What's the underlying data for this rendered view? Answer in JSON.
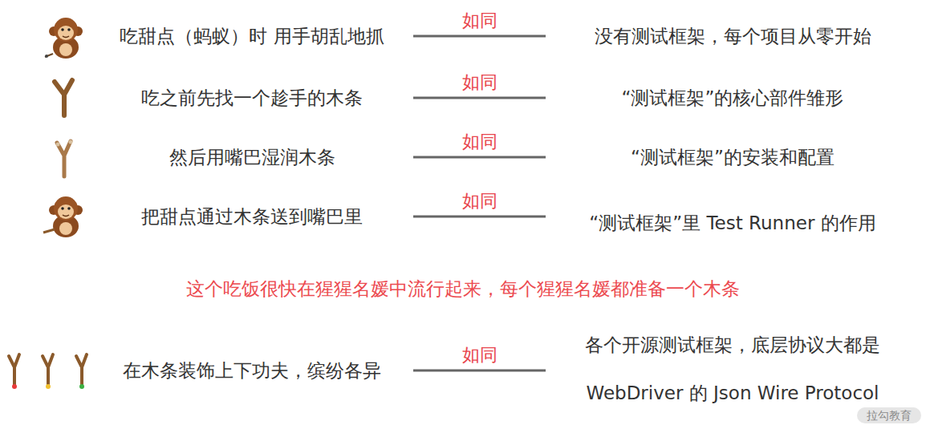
{
  "diagram": {
    "nodes": [
      {
        "text": [
          "吃甜点（蚂蚁）时 用手胡乱地抓"
        ]
      },
      {
        "text": [
          "没有测试框架，每个项目从零开始"
        ]
      },
      {
        "text": [
          "吃之前先找一个趁手的木条"
        ]
      },
      {
        "text": [
          "“测试框架”的核心部件雏形"
        ]
      },
      {
        "text": [
          "然后用嘴巴湿润木条"
        ]
      },
      {
        "text": [
          "“测试框架”的安装和配置"
        ]
      },
      {
        "text": [
          "把甜点通过木条送到嘴巴里"
        ]
      },
      {
        "text": [
          "“测试框架”里 Test Runner 的作用"
        ]
      },
      {
        "text": [
          "在木条装饰上下功夫，缤纷各异"
        ]
      },
      {
        "text": [
          "各个开源测试框架，底层协议大都是 WebDriver 的 Json Wire Protocol"
        ]
      }
    ],
    "edges": [
      {
        "from": 0,
        "to": 1,
        "label": "如同",
        "arrow": "none"
      },
      {
        "from": 2,
        "to": 3,
        "label": "如同",
        "arrow": "none"
      },
      {
        "from": 4,
        "to": 5,
        "label": "如同",
        "arrow": "none"
      },
      {
        "from": 6,
        "to": 7,
        "label": "如同",
        "arrow": "none"
      },
      {
        "from": 8,
        "to": 9,
        "label": "如同",
        "arrow": "none"
      }
    ],
    "labels": [
      "这个吃饭很快在猩猩名媛中流行起来，每个猩猩名媛都准备一个木条",
      "拉勾教育"
    ]
  }
}
